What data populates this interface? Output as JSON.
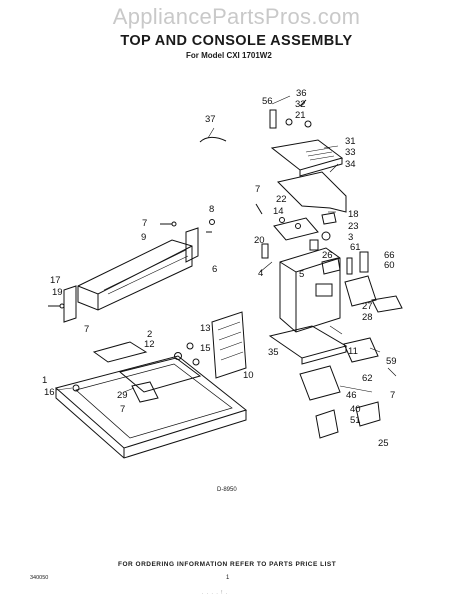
{
  "header": {
    "watermark": "AppliancePartsPros.com",
    "title": "TOP AND CONSOLE ASSEMBLY",
    "subtitle": "For Model CXI 1701W2"
  },
  "diagram_code": "D-8950",
  "footer": {
    "ordering_note": "FOR ORDERING INFORMATION REFER TO PARTS PRICE LIST",
    "doc_number": "340050",
    "page_number": "1",
    "faint_text": ". . .  . ! ."
  },
  "callouts": [
    "36",
    "56",
    "32",
    "21",
    "31",
    "33",
    "34",
    "37",
    "7",
    "22",
    "14",
    "18",
    "23",
    "3",
    "8",
    "7",
    "9",
    "20",
    "26",
    "61",
    "66",
    "60",
    "6",
    "4",
    "5",
    "17",
    "19",
    "7",
    "27",
    "28",
    "2",
    "13",
    "12",
    "15",
    "10",
    "35",
    "11",
    "1",
    "16",
    "29",
    "7",
    "62",
    "59",
    "46",
    "7",
    "40",
    "51",
    "25"
  ]
}
